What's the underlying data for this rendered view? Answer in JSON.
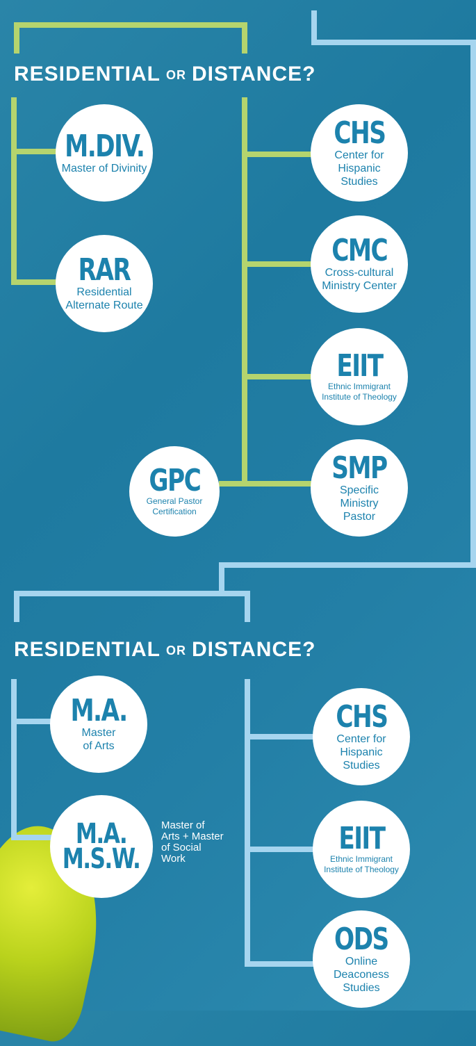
{
  "section1": {
    "heading": {
      "left": "RESIDENTIAL",
      "or": "OR",
      "right": "DISTANCE?"
    },
    "residential": [
      {
        "abbr": "M.DIV.",
        "full": "Master of Divinity"
      },
      {
        "abbr": "RAR",
        "full": "Residential Alternate Route"
      }
    ],
    "distance": [
      {
        "abbr": "CHS",
        "full": "Center for Hispanic Studies"
      },
      {
        "abbr": "CMC",
        "full": "Cross-cultural Ministry Center"
      },
      {
        "abbr": "EIIT",
        "full": "Ethnic Immigrant Institute of Theology"
      },
      {
        "abbr": "SMP",
        "full": "Specific Ministry Pastor"
      }
    ],
    "extra": {
      "abbr": "GPC",
      "full": "General Pastor Certification"
    }
  },
  "section2": {
    "heading": {
      "left": "RESIDENTIAL",
      "or": "OR",
      "right": "DISTANCE?"
    },
    "residential": [
      {
        "abbr": "M.A.",
        "full": "Master of Arts"
      },
      {
        "abbr": "M.A. M.S.W.",
        "full": "Master of Arts + Master of Social Work"
      }
    ],
    "distance": [
      {
        "abbr": "CHS",
        "full": "Center for Hispanic Studies"
      },
      {
        "abbr": "EIIT",
        "full": "Ethnic Immigrant Institute of Theology"
      },
      {
        "abbr": "ODS",
        "full": "Online Deaconess Studies"
      }
    ]
  },
  "colors": {
    "green_line": "#b5d46e",
    "blue_line": "#a6d5ef",
    "circle_text": "#1c82ad"
  }
}
